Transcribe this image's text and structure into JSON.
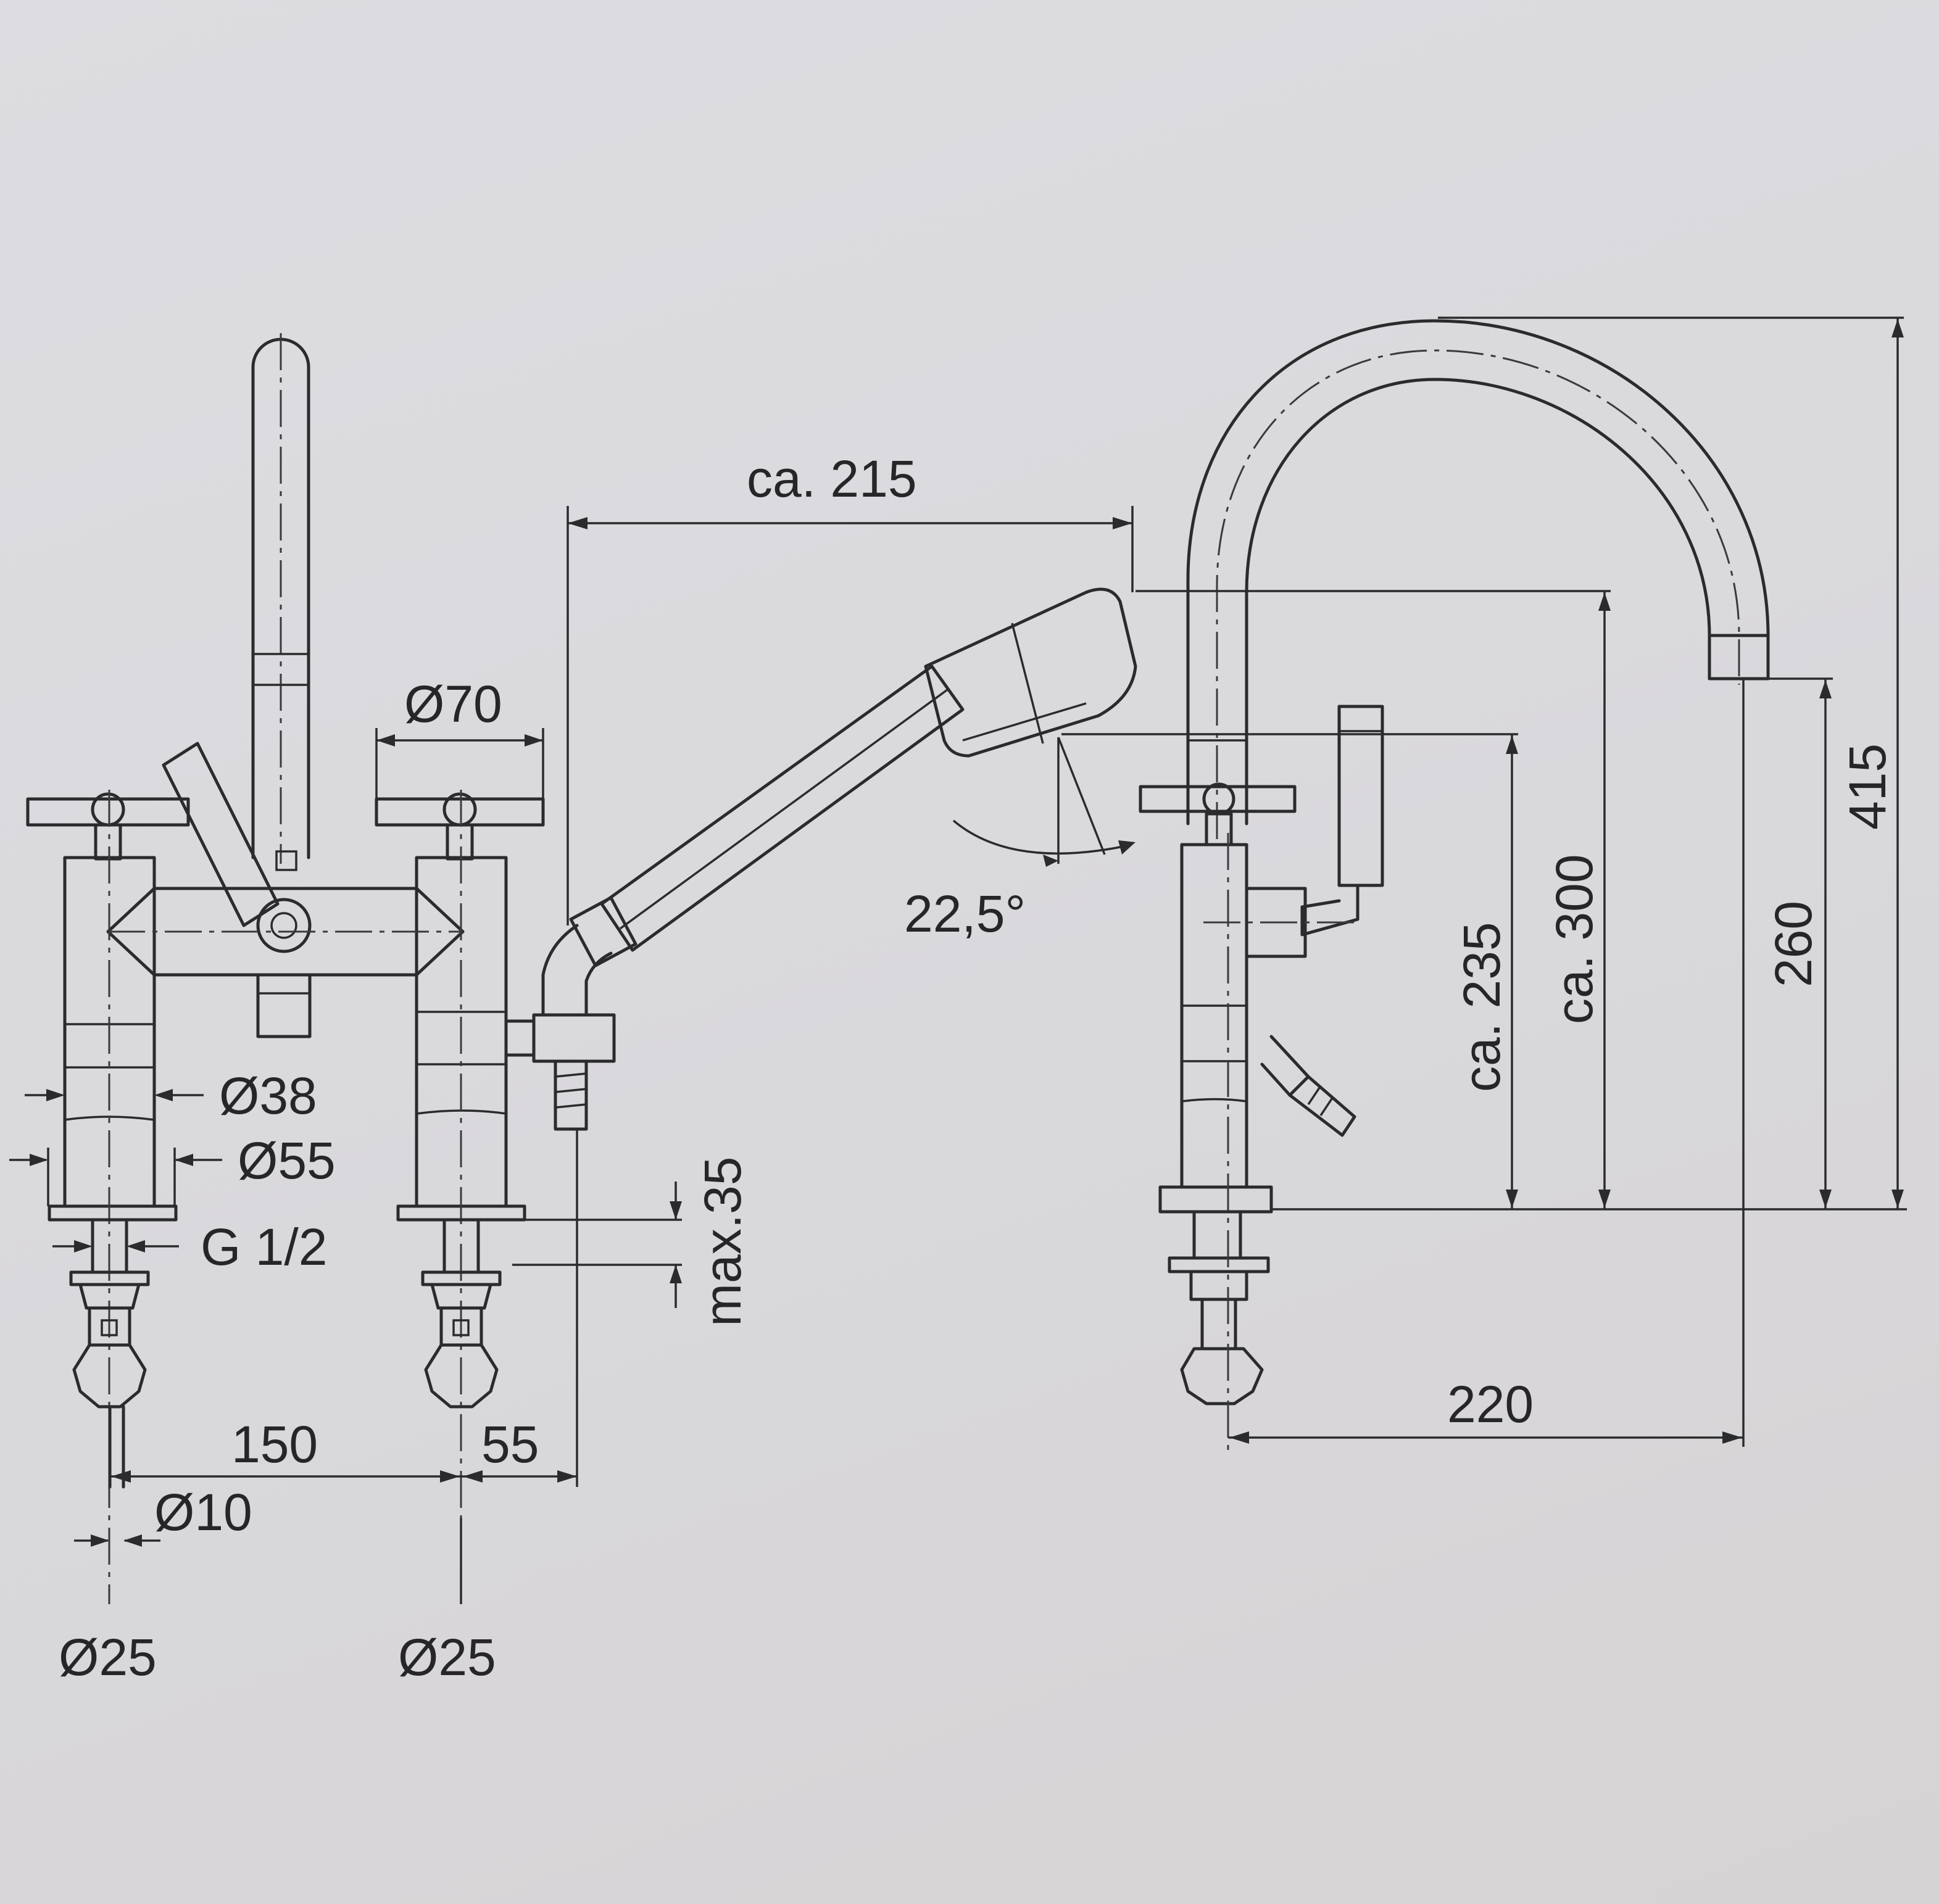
{
  "dimensions": {
    "d70": "Ø70",
    "ca215": "ca. 215",
    "angle": "22,5°",
    "d38": "Ø38",
    "d55": "Ø55",
    "g12": "G 1/2",
    "max35": "max.35",
    "d150": "150",
    "d55b": "55",
    "d10": "Ø10",
    "d25a": "Ø25",
    "d25b": "Ø25",
    "ca235": "ca. 235",
    "ca300": "ca. 300",
    "d260": "260",
    "d415": "415",
    "d220": "220"
  }
}
